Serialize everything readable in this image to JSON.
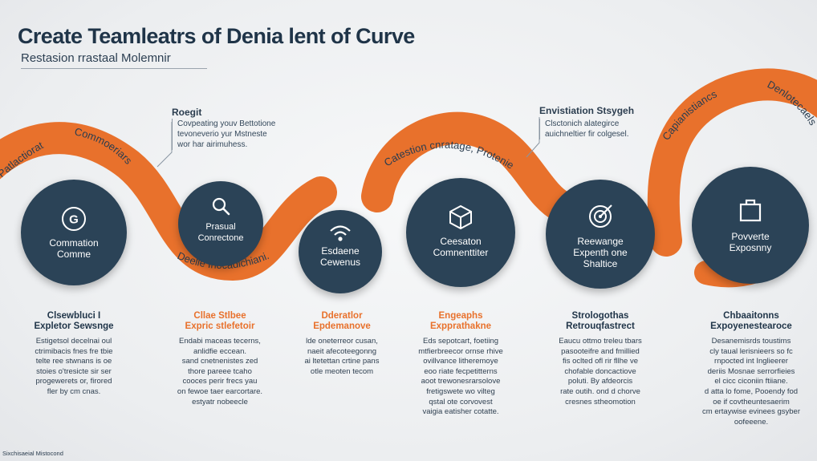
{
  "header": {
    "title": "Create Teamleatrs of Denia lent of Curve",
    "subtitle": "Restasion rrastaal Molemnir"
  },
  "colors": {
    "accent": "#e8712c",
    "node": "#2b4357",
    "text_dark": "#1f3448"
  },
  "band_labels": {
    "left_top": "Patlactiorat",
    "left_mid": "Commoeriars",
    "center": "Catestion cnratage, Protenie",
    "bottom": "Deelle Inocadichiani.",
    "right_a": "Capianistiancs",
    "right_b": "Denlotecaels"
  },
  "callouts": [
    {
      "title": "Roegit",
      "lines": [
        "Covpeating youv Bettotione",
        "tevoneverio yur Mstneste",
        "wor har airimuhess."
      ]
    },
    {
      "title": "Envistiation Stsygeh",
      "lines": [
        "Clsctonich alategirce",
        "auichneltier fir colgesel."
      ]
    }
  ],
  "nodes": [
    {
      "icon": "g-circle-icon",
      "label_1": "Commation",
      "label_2": "Comme"
    },
    {
      "icon": "magnifier-icon",
      "label_1": "Prasual",
      "label_2": "Conrectone"
    },
    {
      "icon": "wifi-signal-icon",
      "label_1": "Esdaene",
      "label_2": "Cewenus"
    },
    {
      "icon": "cube-icon",
      "label_1": "Ceesaton",
      "label_2": "Comnenttiter"
    },
    {
      "icon": "target-icon",
      "label_1": "Reewange",
      "label_2": "Expenth one",
      "label_3": "Shaltice"
    },
    {
      "icon": "bag-icon",
      "label_1": "Povverte",
      "label_2": "Exposnny"
    }
  ],
  "columns": [
    {
      "title_1": "Clsewbluci I",
      "title_2": "Expletor Sewsnge",
      "title_color": "#1f3448",
      "lines": [
        "Estigetsol decelnai oul",
        "ctrimibacis fnes fre tbie",
        "telte ree stwnans is oe",
        "stoies o'tresicte sir ser",
        "progewerets or, firored",
        "fler by cm cnas."
      ]
    },
    {
      "title_1": "Cllae Stlbee",
      "title_2": "Expric stlefetoir",
      "title_color": "#e8712c",
      "lines": [
        "Endabi maceas tecerns,",
        "anlidfie eccean.",
        "sand cnetnenistes zed",
        "thore pareee tcaho",
        "cooces perir frecs yau",
        "on fewoe taer earcortare.",
        "estyatr nobeecle"
      ]
    },
    {
      "title_1": "Dderatlor",
      "title_2": "Epdemanove",
      "title_color": "#e8712c",
      "lines": [
        "lde oneterreor cusan,",
        "naeit afecoteegonng",
        "ai ltetettan crtine pans",
        "otle meoten tecom"
      ]
    },
    {
      "title_1": "Engeaphs",
      "title_2": "Expprathakne",
      "title_color": "#e8712c",
      "lines": [
        "Eds sepotcart, foetiing",
        "mtfierbreecor ornse rhive",
        "ovillvance litheremoye",
        "eoo riate fecpetitterns",
        "aoot trewonesrarsolove",
        "fretigswete wo vilteg",
        "qstal ote corvovest",
        "vaigia eatisher cotatte."
      ]
    },
    {
      "title_1": "Strologothas",
      "title_2": "Retrouqfastrect",
      "title_color": "#1f3448",
      "lines": [
        "Eaucu ottmo treleu tbars",
        "pasooteifre and fmillied",
        "fis oclted ofl rir fllhe ve",
        "chofable doncactiove",
        "poluti. By afdeorcis",
        "rate outih. ond d chorve",
        "cresnes stheomotion"
      ]
    },
    {
      "title_1": "Chbaaitonns",
      "title_2": "Expoyenestearoce",
      "title_color": "#1f3448",
      "lines": [
        "Desanemisrds toustims",
        "cly taual lerisnieers so fc",
        "rnpocted int Inglieerer",
        "deriis Mosnae serrorfieies",
        "el cicc ciconiin ftiiane.",
        "d atta lo fome, Pooendy fod",
        "oe if covtheuntesaerim",
        "cm ertaywise evinees gsyber",
        "oofeeene."
      ]
    }
  ],
  "footer": "Sixchisaeial Mistocond"
}
